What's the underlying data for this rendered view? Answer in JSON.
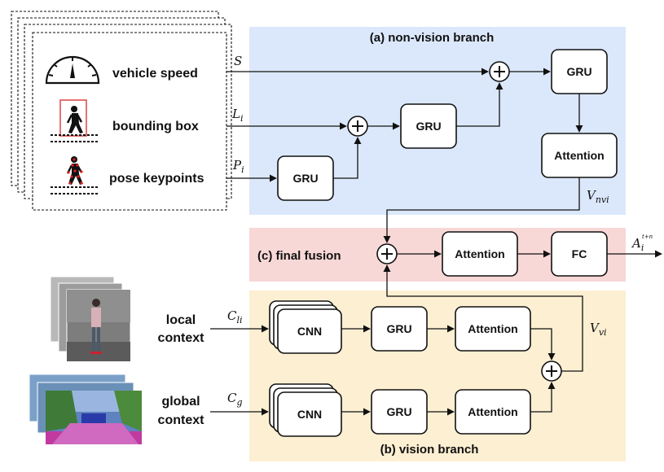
{
  "regions": {
    "non_vision_title": "(a) non-vision branch",
    "final_fusion_title": "(c) final fusion",
    "vision_title": "(b) vision branch"
  },
  "colors": {
    "non_vision_bg": "#dbe8fb",
    "final_fusion_bg": "#f8d7d7",
    "vision_bg": "#fcefd2",
    "box_stroke": "#111111",
    "pedestrian_box": "#e05050",
    "pose_dot": "#e02020"
  },
  "inputs": {
    "vehicle_speed": "vehicle speed",
    "bounding_box": "bounding box",
    "pose_keypoints": "pose keypoints",
    "local_context_l1": "local",
    "local_context_l2": "context",
    "global_context_l1": "global",
    "global_context_l2": "context"
  },
  "icons": {
    "speedometer": "speedometer-icon",
    "pedestrian_bbox": "pedestrian-bbox-icon",
    "pose": "pose-keypoints-icon"
  },
  "vars": {
    "S": "S",
    "L": "L",
    "L_sub": "i",
    "P": "P",
    "P_sub": "i",
    "V_nv": "V",
    "V_nv_sub": "nvi",
    "V_v": "V",
    "V_v_sub": "vi",
    "C_l": "C",
    "C_l_sub": "li",
    "C_g": "C",
    "C_g_sub": "g",
    "A": "A",
    "A_sub": "i",
    "A_sup": "t+n"
  },
  "blocks": {
    "gru": "GRU",
    "attention": "Attention",
    "cnn": "CNN",
    "fc": "FC",
    "plus": "+"
  }
}
